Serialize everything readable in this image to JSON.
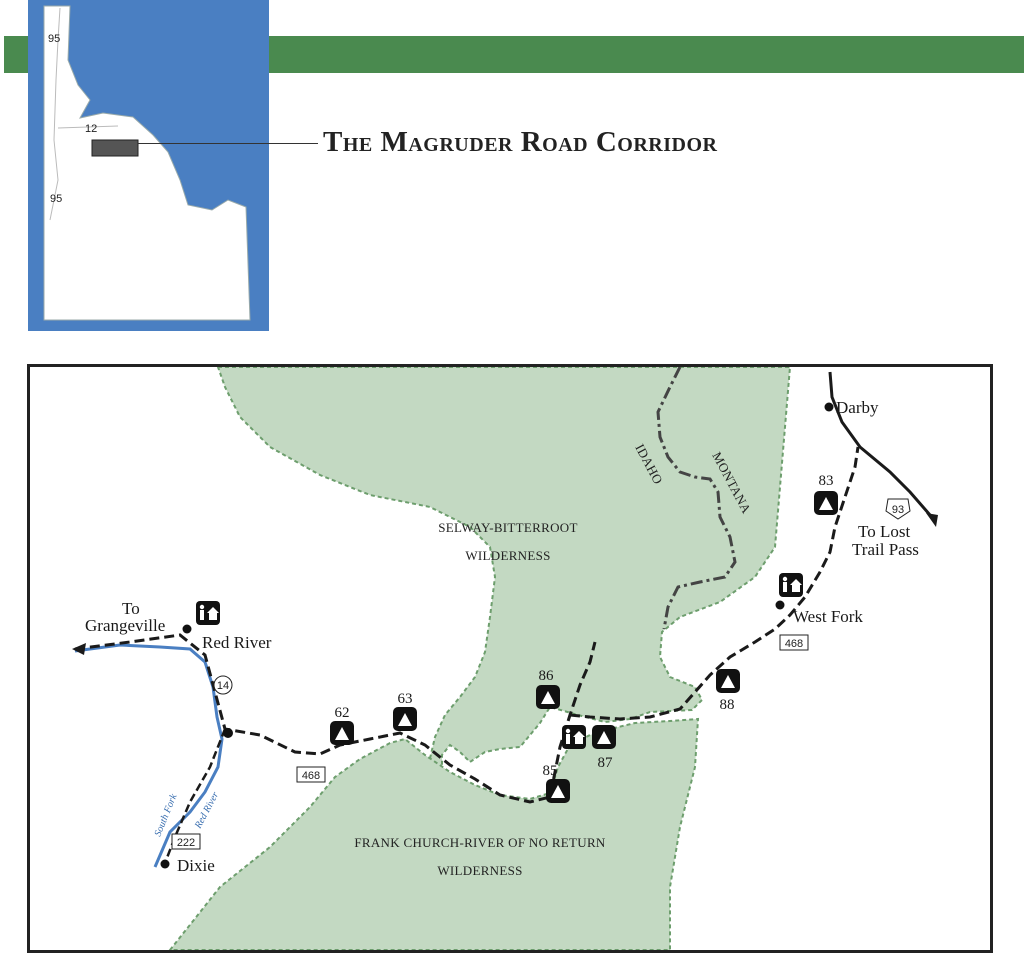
{
  "title": "The Magruder Road Corridor",
  "colors": {
    "band": "#4a8a4f",
    "inset_bg": "#4a7fc2",
    "wilderness": "#c3d9c2",
    "wilderness_edge": "#6d9e6d",
    "river": "#4a7fc2"
  },
  "inset": {
    "route_95_top": "95",
    "route_12": "12",
    "route_95_bottom": "95"
  },
  "areas": {
    "selway_line1": "SELWAY-BITTERROOT",
    "selway_line2": "WILDERNESS",
    "frank_line1": "FRANK CHURCH-RIVER OF NO RETURN",
    "frank_line2": "WILDERNESS"
  },
  "states": {
    "idaho": "IDAHO",
    "montana": "MONTANA"
  },
  "places": {
    "darby": "Darby",
    "to_lost_line1": "To Lost",
    "to_lost_line2": "Trail Pass",
    "west_fork": "West Fork",
    "to_grangeville_line1": "To",
    "to_grangeville_line2": "Grangeville",
    "red_river": "Red River",
    "dixie": "Dixie"
  },
  "rivers": {
    "south_fork": "South Fork",
    "red_river": "Red River"
  },
  "routes": {
    "r93": "93",
    "r468_east": "468",
    "r468_west": "468",
    "r14": "14",
    "r222": "222"
  },
  "campgrounds": [
    "83",
    "62",
    "63",
    "86",
    "85",
    "87",
    "88"
  ],
  "icons": [
    "campground-icon",
    "ranger-station-icon"
  ]
}
